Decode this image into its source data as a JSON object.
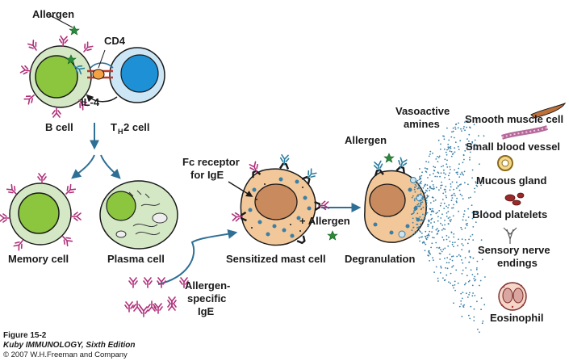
{
  "labels": {
    "allergen_top": "Allergen",
    "cd4": "CD4",
    "il4": "IL-4",
    "b_cell": "B cell",
    "th2_t": "T",
    "th2_sub": "H",
    "th2_rest": "2 cell",
    "memory_cell": "Memory cell",
    "plasma_cell": "Plasma cell",
    "allergen_specific_1": "Allergen-",
    "allergen_specific_2": "specific",
    "allergen_specific_3": "IgE",
    "fc_receptor_1": "Fc receptor",
    "fc_receptor_2": "for IgE",
    "sensitized_mast_cell": "Sensitized mast cell",
    "plus_allergen": "+ Allergen",
    "allergen_mid": "Allergen",
    "degranulation": "Degranulation",
    "vasoactive_1": "Vasoactive",
    "vasoactive_2": "amines",
    "smooth_muscle": "Smooth muscle cell",
    "small_vessel": "Small blood vessel",
    "mucous_gland": "Mucous gland",
    "blood_platelets": "Blood platelets",
    "sensory_nerve_1": "Sensory nerve",
    "sensory_nerve_2": "endings",
    "eosinophil": "Eosinophil"
  },
  "caption": {
    "figure": "Figure 15-2",
    "book": "Kuby IMMUNOLOGY, Sixth Edition",
    "copyright": "© 2007 W.H.Freeman and Company"
  },
  "colors": {
    "b_cell_outer": "#d4e8c6",
    "b_cell_nucleus": "#8cc63f",
    "th2_outer": "#cce6f6",
    "th2_nucleus": "#1e90d6",
    "mast_cytoplasm": "#f2c89a",
    "mast_nucleus": "#c98a5e",
    "granule": "#3a7fa6",
    "antibody": "#b0307a",
    "arrow": "#2e6f95",
    "allergen": "#2a8a3a"
  }
}
